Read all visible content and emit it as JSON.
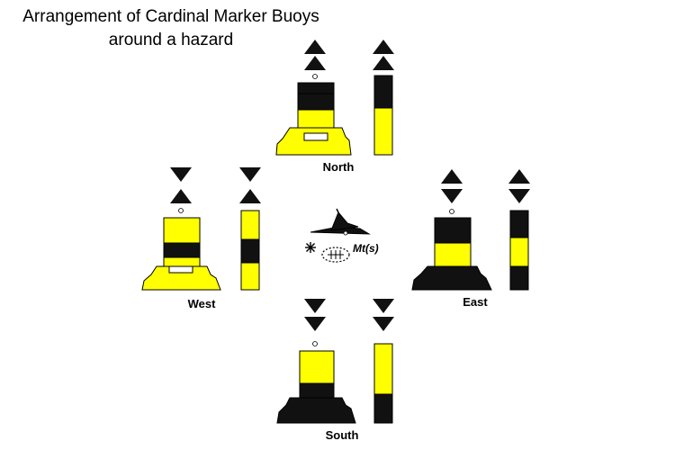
{
  "title": {
    "line1": "Arrangement of Cardinal Marker Buoys",
    "line2": "around a hazard"
  },
  "buoys": {
    "north": {
      "label": "North",
      "topmark": "both-cones-point-up",
      "colour_pattern": "black-over-yellow"
    },
    "west": {
      "label": "West",
      "topmark": "cones-point-to-point",
      "colour_pattern": "yellow-black-yellow"
    },
    "east": {
      "label": "East",
      "topmark": "cones-base-to-base",
      "colour_pattern": "black-yellow-black"
    },
    "south": {
      "label": "South",
      "topmark": "both-cones-point-down",
      "colour_pattern": "yellow-over-black"
    }
  },
  "hazard": {
    "label": "Mt(s)",
    "symbols": [
      "wreck-symbol",
      "rock-awash-symbol",
      "obstruction-symbol"
    ]
  },
  "colors": {
    "yellow": "#ffff00",
    "black": "#111111",
    "outline": "#000000"
  }
}
